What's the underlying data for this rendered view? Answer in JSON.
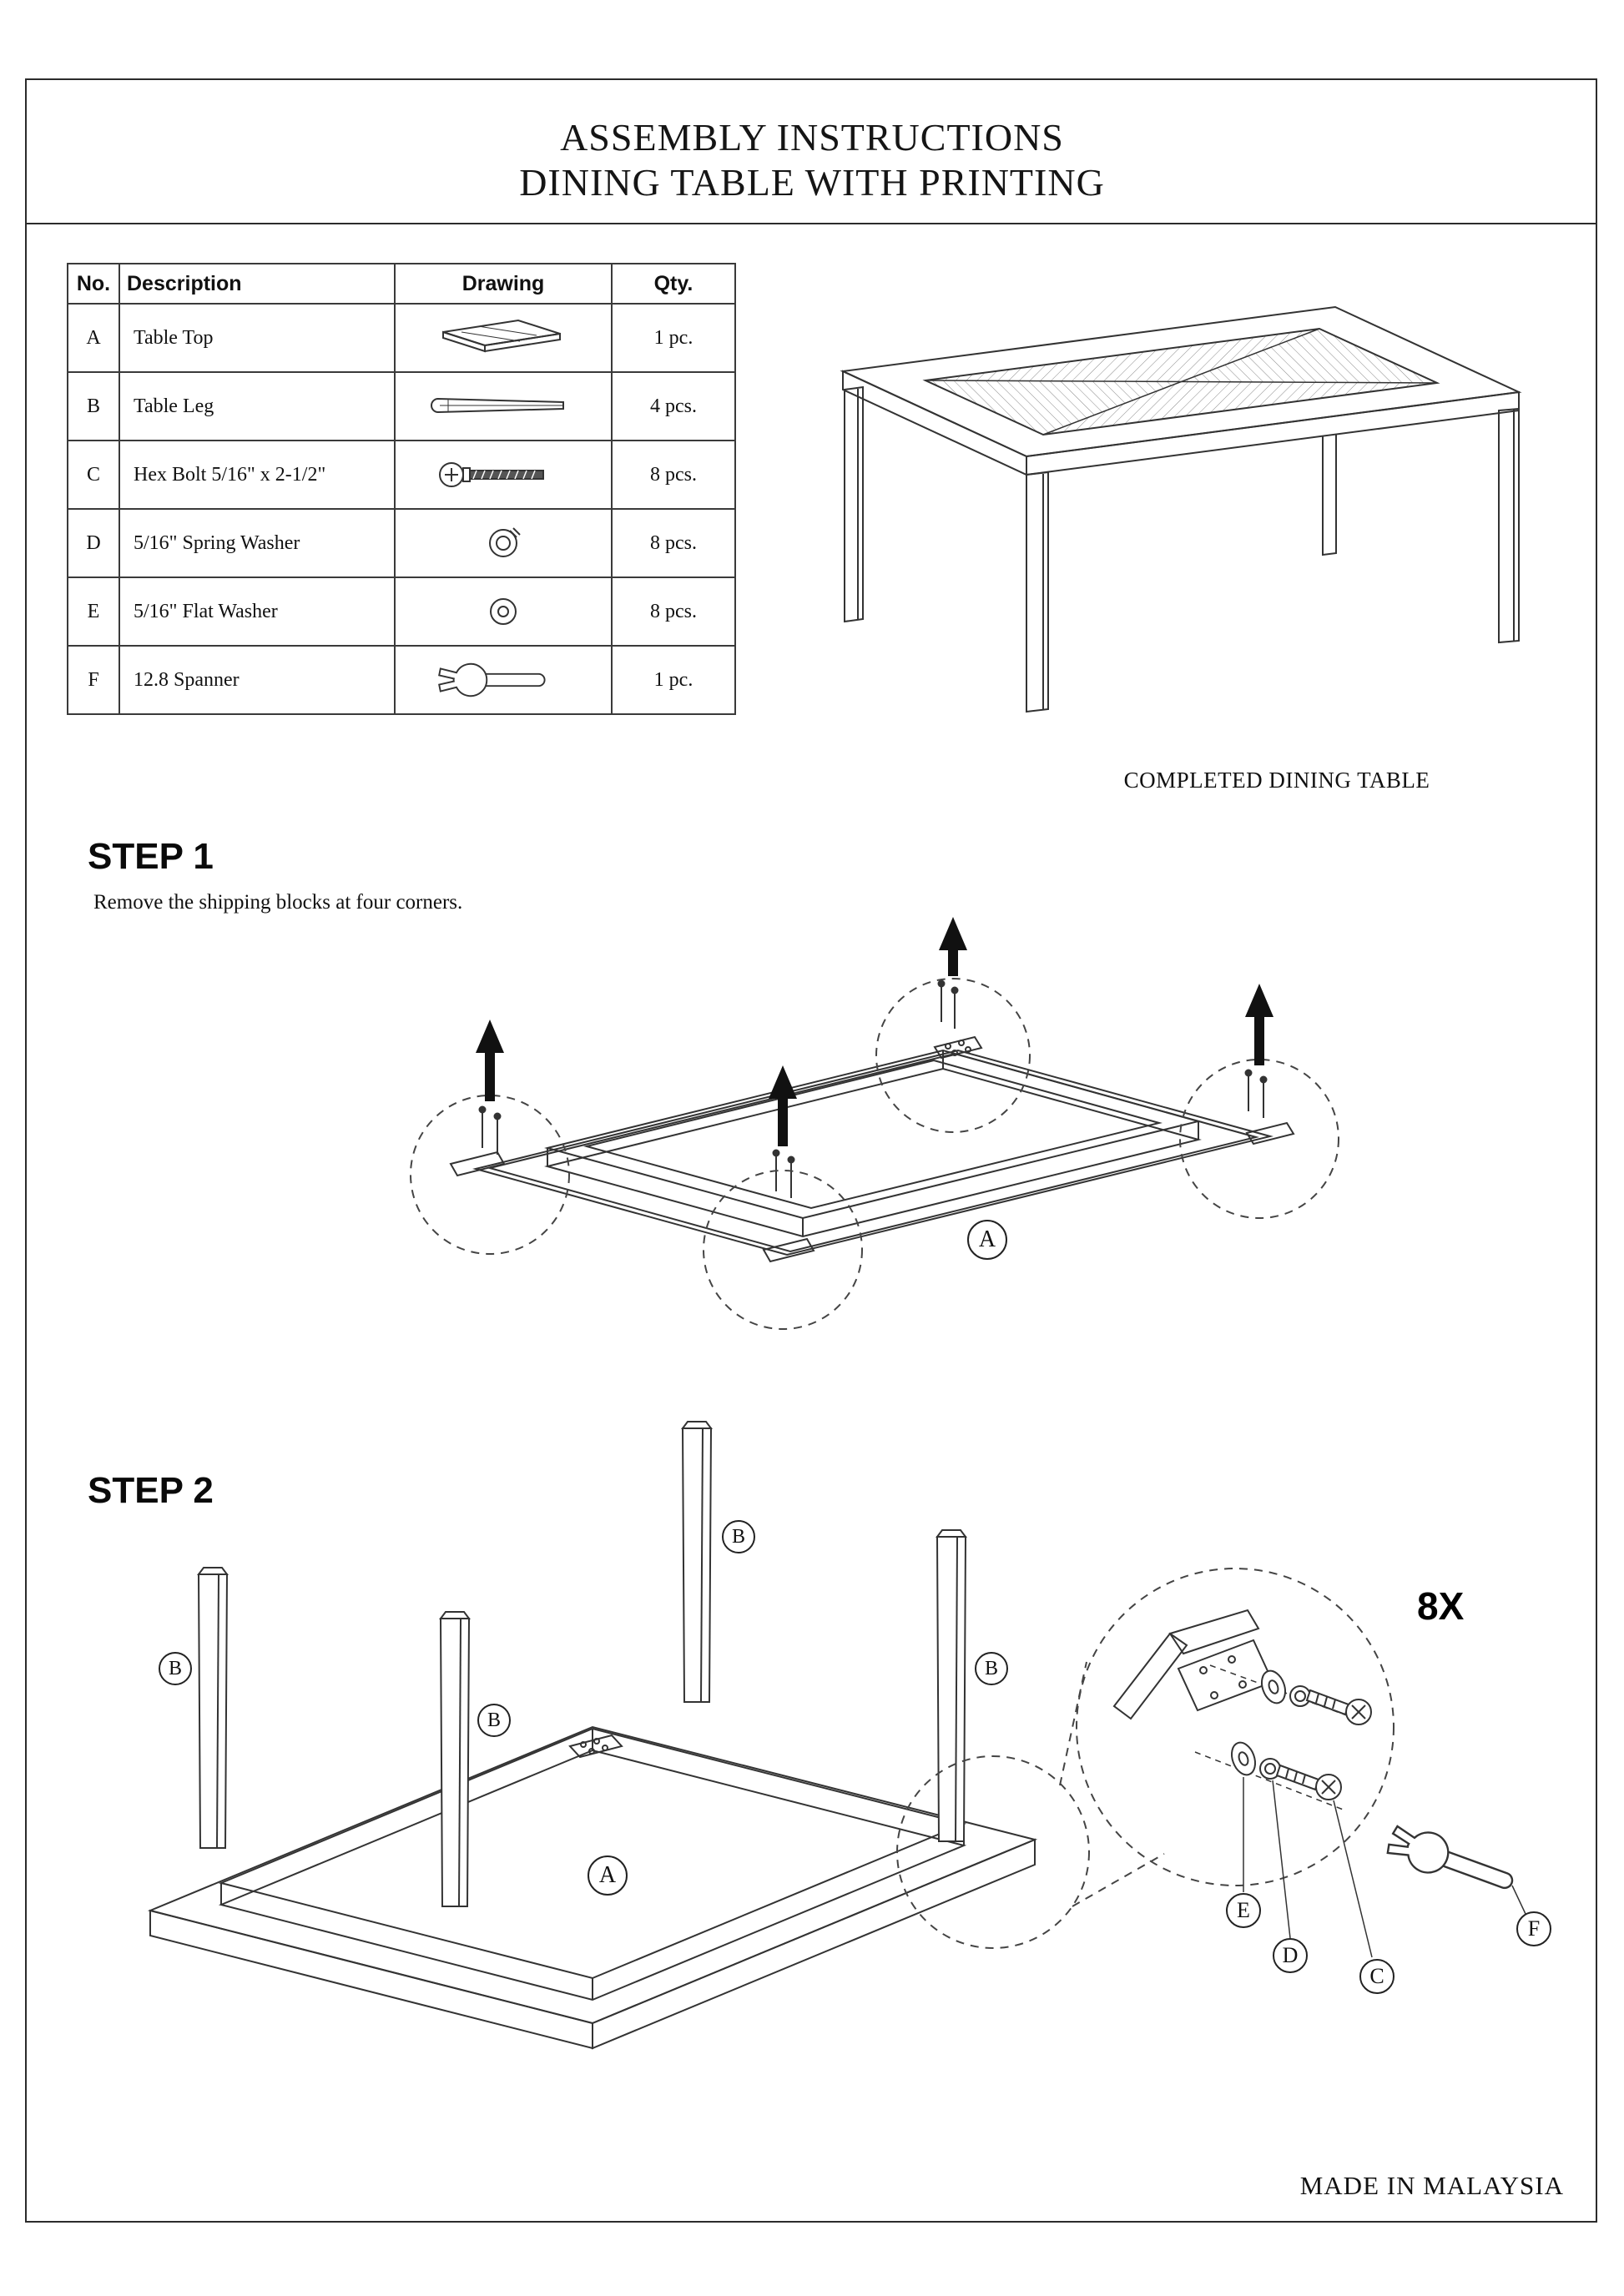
{
  "header": {
    "title_line1": "ASSEMBLY INSTRUCTIONS",
    "title_line2": "DINING TABLE WITH PRINTING"
  },
  "parts_table": {
    "headers": [
      "No.",
      "Description",
      "Drawing",
      "Qty."
    ],
    "rows": [
      {
        "no": "A",
        "description": "Table Top",
        "drawing_icon": "table-top-drawing",
        "qty": "1 pc."
      },
      {
        "no": "B",
        "description": "Table Leg",
        "drawing_icon": "table-leg-drawing",
        "qty": "4 pcs."
      },
      {
        "no": "C",
        "description": "Hex Bolt 5/16\" x 2-1/2\"",
        "drawing_icon": "hex-bolt-drawing",
        "qty": "8 pcs."
      },
      {
        "no": "D",
        "description": "5/16\" Spring Washer",
        "drawing_icon": "spring-washer-drawing",
        "qty": "8 pcs."
      },
      {
        "no": "E",
        "description": "5/16\" Flat Washer",
        "drawing_icon": "flat-washer-drawing",
        "qty": "8 pcs."
      },
      {
        "no": "F",
        "description": "12.8 Spanner",
        "drawing_icon": "spanner-drawing",
        "qty": "1 pc."
      }
    ]
  },
  "completed_caption": "COMPLETED DINING TABLE",
  "steps": {
    "step1": {
      "title": "STEP 1",
      "instruction": "Remove the shipping blocks at four corners."
    },
    "step2": {
      "title": "STEP 2",
      "hardware_count": "8X"
    }
  },
  "labels": {
    "A": "A",
    "B": "B",
    "C": "C",
    "D": "D",
    "E": "E",
    "F": "F"
  },
  "footer": "MADE IN MALAYSIA"
}
